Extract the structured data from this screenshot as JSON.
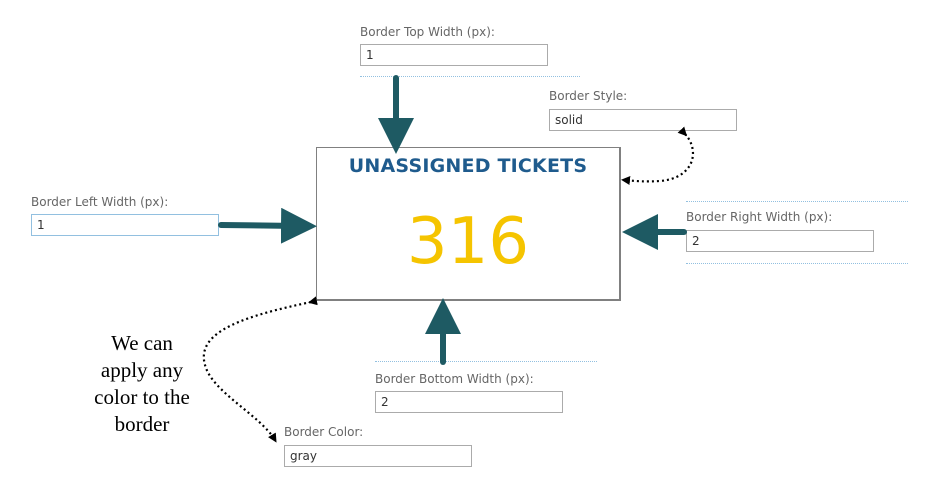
{
  "fields": {
    "border_top": {
      "label": "Border Top Width (px):",
      "value": "1"
    },
    "border_style": {
      "label": "Border Style:",
      "value": "solid"
    },
    "border_left": {
      "label": "Border Left Width (px):",
      "value": "1"
    },
    "border_right": {
      "label": "Border Right Width (px):",
      "value": "2"
    },
    "border_bottom": {
      "label": "Border Bottom Width (px):",
      "value": "2"
    },
    "border_color": {
      "label": "Border Color:",
      "value": "gray"
    }
  },
  "tile": {
    "title": "UNASSIGNED TICKETS",
    "value": "316",
    "title_color": "#1f5b8d",
    "value_color": "#f5c400",
    "border_color": "gray"
  },
  "annotation": {
    "lines": [
      "We can",
      "apply any",
      "color to the",
      "border"
    ]
  },
  "colors": {
    "arrow": "#1e5a63",
    "dotted_line": "#92c0e0"
  }
}
